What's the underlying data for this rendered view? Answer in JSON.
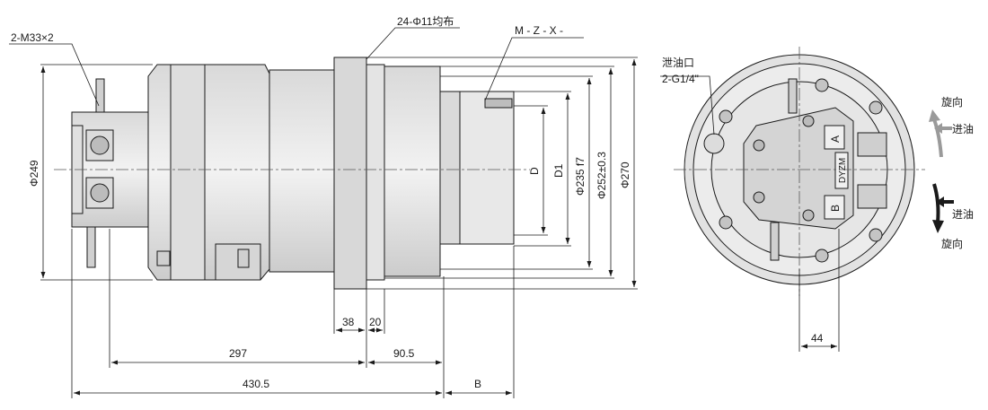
{
  "drawing": {
    "side_view": {
      "labels": {
        "port_thread": "2-M33×2",
        "bolt_holes": "24-Φ11均布",
        "model_code": "M - Z - X -"
      },
      "dimensions": {
        "phi249": "Φ249",
        "d": "D",
        "d1": "D1",
        "phi235": "Φ235 f7",
        "phi252": "Φ252±0.3",
        "phi270": "Φ270",
        "w38": "38",
        "w20": "20",
        "l297": "297",
        "l90_5": "90.5",
        "l430_5": "430.5",
        "b": "B"
      }
    },
    "end_view": {
      "labels": {
        "drain_port_1": "泄油口",
        "drain_port_2": "2-G1/4\"",
        "port_a": "A",
        "port_b": "B",
        "plate_text": "DYZM",
        "rot_1": "旋向",
        "inlet_1": "进油",
        "inlet_2": "进油",
        "rot_2": "旋向"
      },
      "dimensions": {
        "w44": "44"
      }
    },
    "colors": {
      "line": "#1a1a1a",
      "body": "#e6e6e6",
      "body_dark": "#cfcfcf",
      "center_line": "#555555",
      "arrow_blue": "#1a1a1a",
      "arrow_light": "#aaaaaa"
    }
  }
}
